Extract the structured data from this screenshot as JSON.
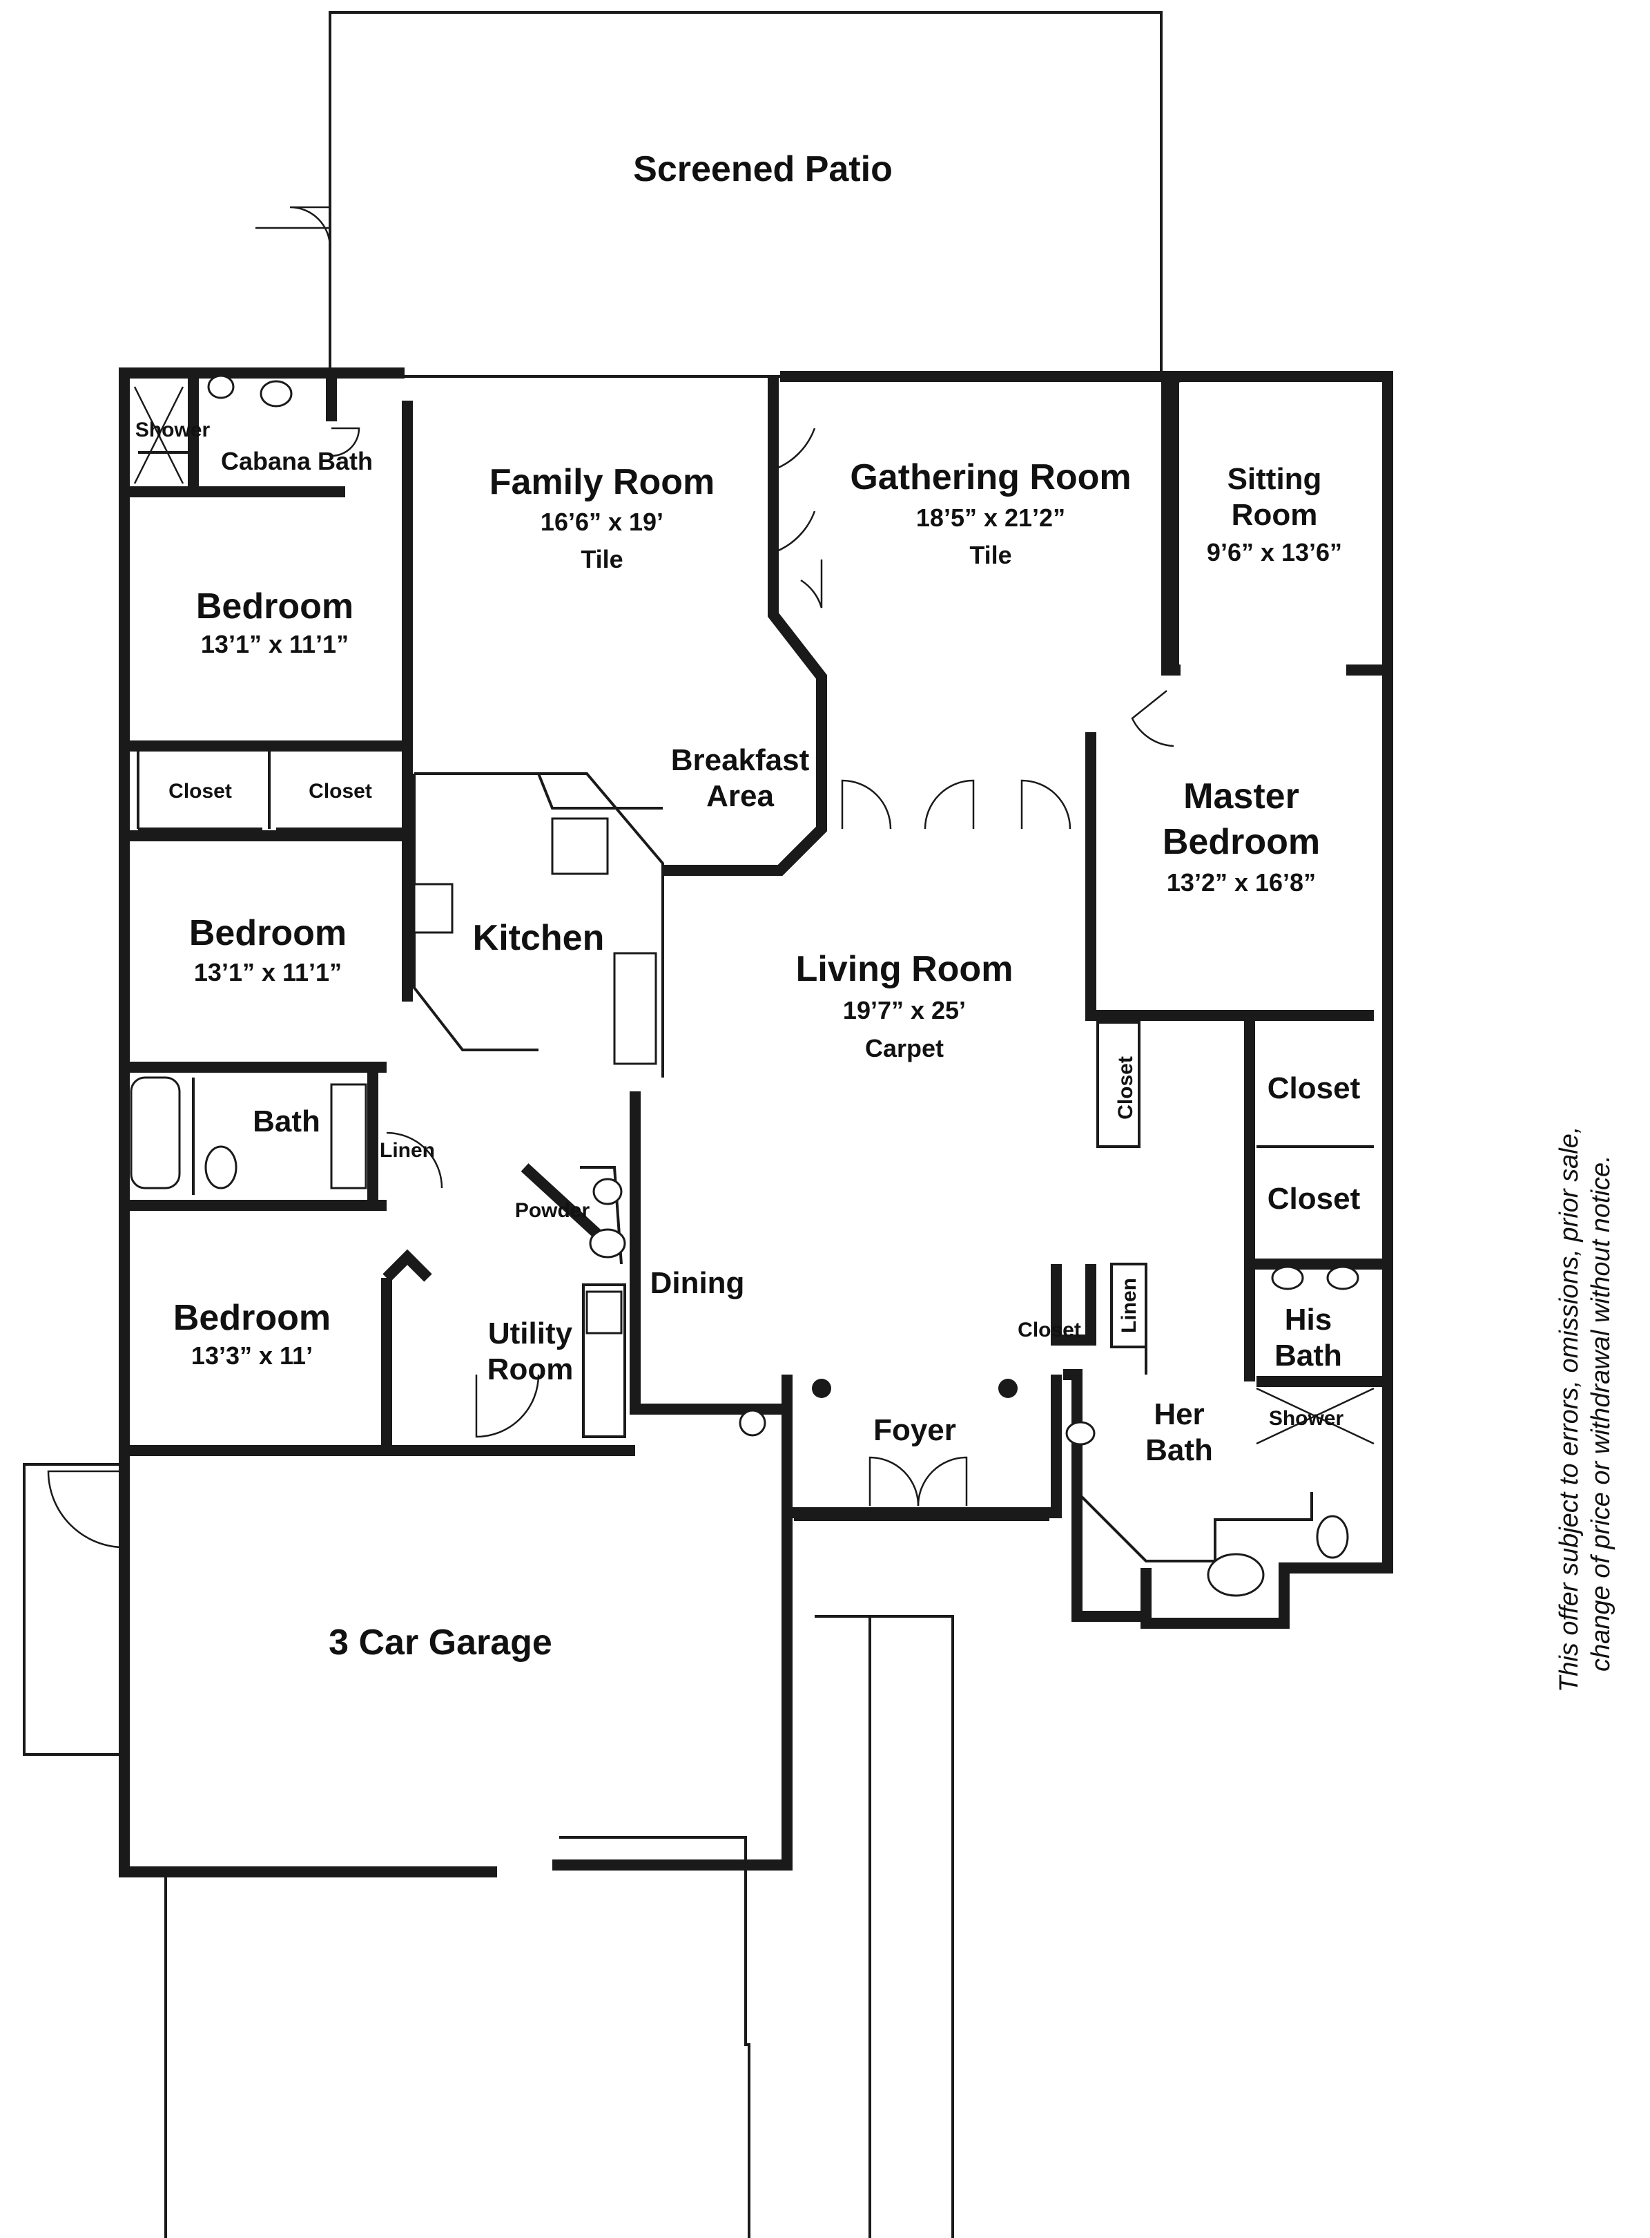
{
  "rooms": {
    "screened_patio": "Screened Patio",
    "cabana_shower": "Shower",
    "cabana_bath": "Cabana Bath",
    "family_room": {
      "name": "Family Room",
      "size": "16’6” x 19’",
      "floor": "Tile"
    },
    "gathering_room": {
      "name": "Gathering Room",
      "size": "18’5” x 21’2”",
      "floor": "Tile"
    },
    "sitting_room": {
      "name_line1": "Sitting",
      "name_line2": "Room",
      "size": "9’6” x 13’6”"
    },
    "bedroom_1": {
      "name": "Bedroom",
      "size": "13’1” x 11’1”"
    },
    "closet_a": "Closet",
    "closet_b": "Closet",
    "breakfast_area": {
      "line1": "Breakfast",
      "line2": "Area"
    },
    "master_bedroom": {
      "line1": "Master",
      "line2": "Bedroom",
      "size": "13’2” x 16’8”"
    },
    "bedroom_2": {
      "name": "Bedroom",
      "size": "13’1” x 11’1”"
    },
    "kitchen": "Kitchen",
    "living_room": {
      "name": "Living Room",
      "size": "19’7” x 25’",
      "floor": "Carpet"
    },
    "closet_vertical": "Closet",
    "closet_c": "Closet",
    "closet_d": "Closet",
    "bath": "Bath",
    "linen_1": "Linen",
    "powder": "Powder",
    "dining": "Dining",
    "linen_2": "Linen",
    "closet_e": "Closet",
    "his_bath": {
      "line1": "His",
      "line2": "Bath"
    },
    "bedroom_3": {
      "name": "Bedroom",
      "size": "13’3” x 11’"
    },
    "utility_room": {
      "line1": "Utility",
      "line2": "Room"
    },
    "foyer": "Foyer",
    "her_bath": {
      "line1": "Her",
      "line2": "Bath"
    },
    "shower_2": "Shower",
    "garage": "3 Car Garage"
  },
  "disclaimer": {
    "line1": "This offer subject to errors, omissions, prior sale,",
    "line2": "change of price or withdrawal without notice."
  }
}
